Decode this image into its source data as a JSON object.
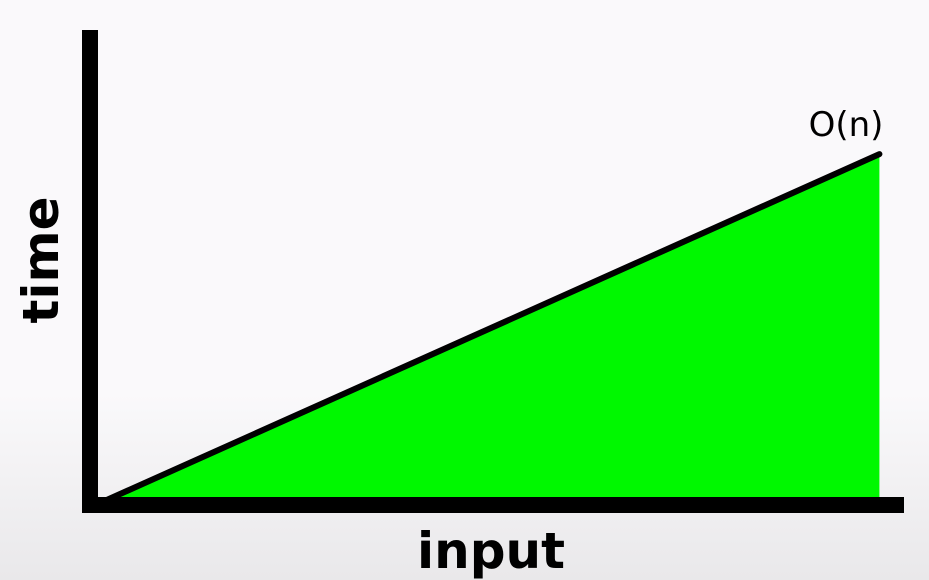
{
  "chart_data": {
    "type": "area",
    "xlabel": "input",
    "ylabel": "time",
    "x": [
      0,
      1
    ],
    "series": [
      {
        "name": "O(n)",
        "values": [
          0,
          1
        ]
      }
    ],
    "xlim": [
      0,
      1.02
    ],
    "ylim": [
      0,
      1.35
    ],
    "grid": false,
    "legend": "none",
    "colors": {
      "fill": "#00f800",
      "line": "#000000",
      "axis": "#000000"
    }
  }
}
